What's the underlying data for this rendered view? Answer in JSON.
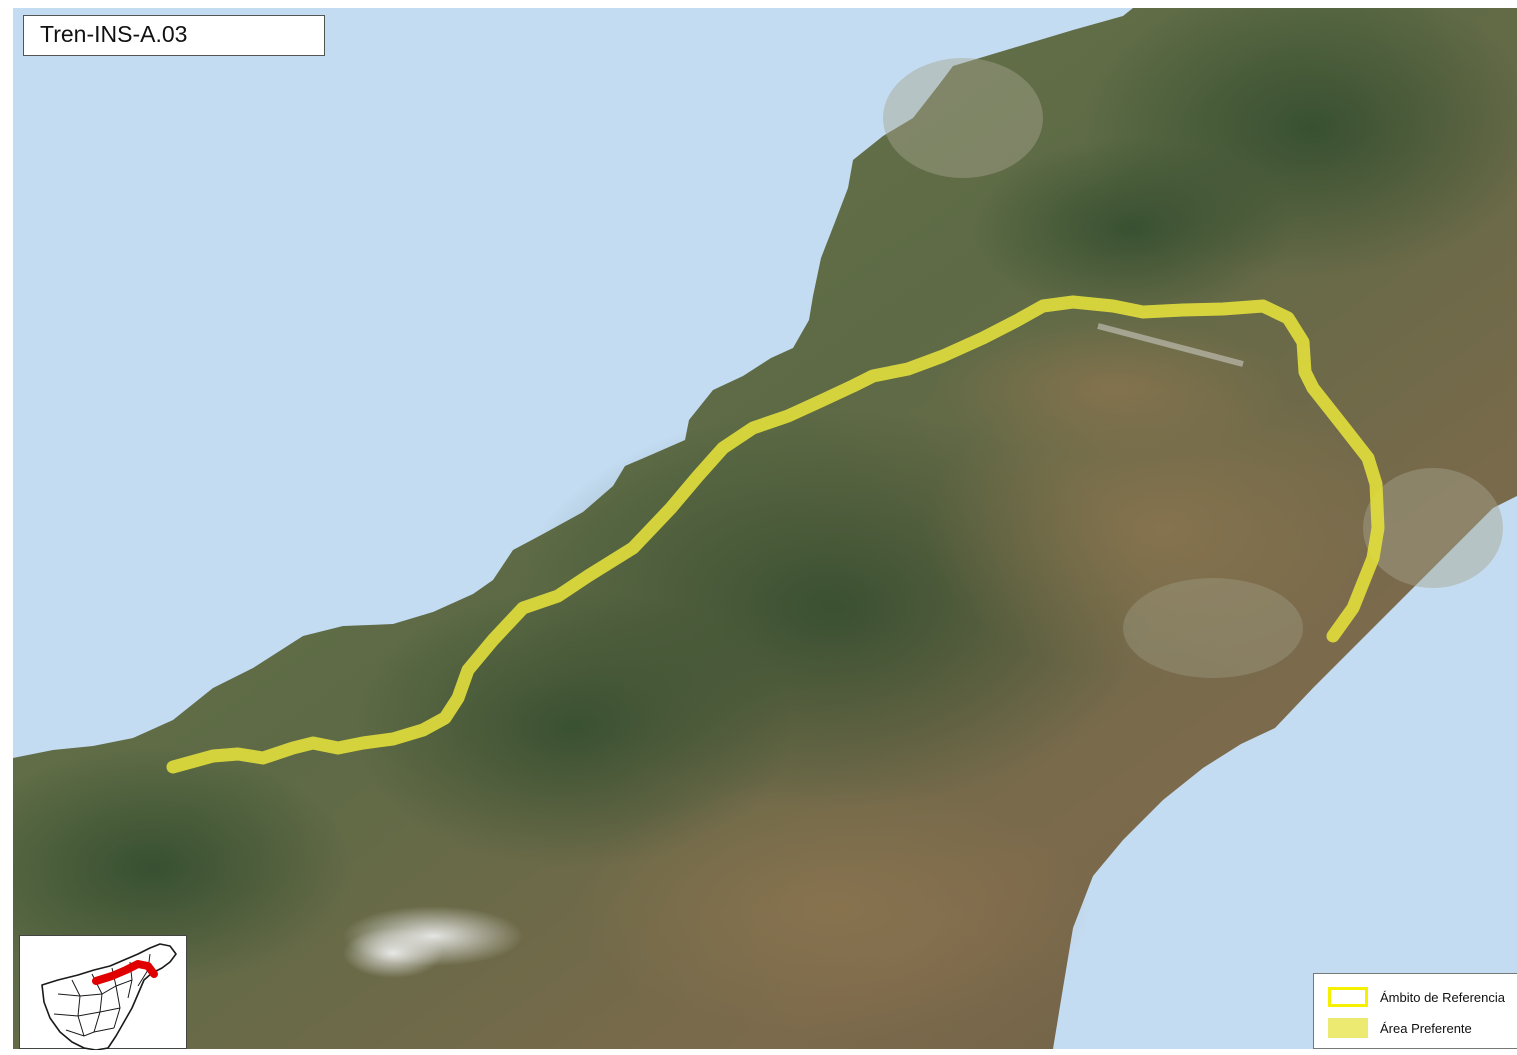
{
  "map": {
    "title": "Tren-INS-A.03",
    "colors": {
      "sea": "#c4dcf2",
      "land": "#6f7350",
      "route": "#e2df3c",
      "locator_highlight": "#e00000"
    },
    "legend": {
      "items": [
        {
          "label": "Ámbito de Referencia",
          "swatch": "outline",
          "color": "#f4f000"
        },
        {
          "label": "Área Preferente",
          "swatch": "fill",
          "color": "#ecea70"
        }
      ]
    },
    "locator": {
      "icon": "tenerife-island-locator-icon"
    }
  }
}
